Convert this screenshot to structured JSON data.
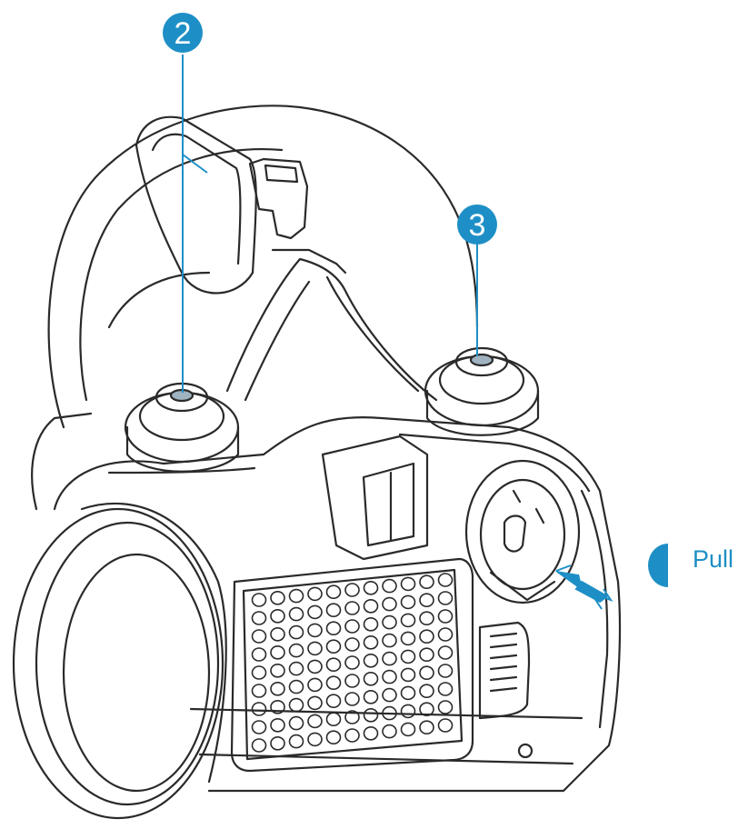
{
  "callouts": [
    {
      "id": "2",
      "label": "2"
    },
    {
      "id": "3",
      "label": "3"
    }
  ],
  "pull_label": "Pull",
  "colors": {
    "accent": "#1e8fc6",
    "line": "#2a2a2a",
    "background": "#ffffff"
  },
  "icons": [
    "callout-marker-icon",
    "pull-marker-icon",
    "pull-arrow-icon"
  ]
}
